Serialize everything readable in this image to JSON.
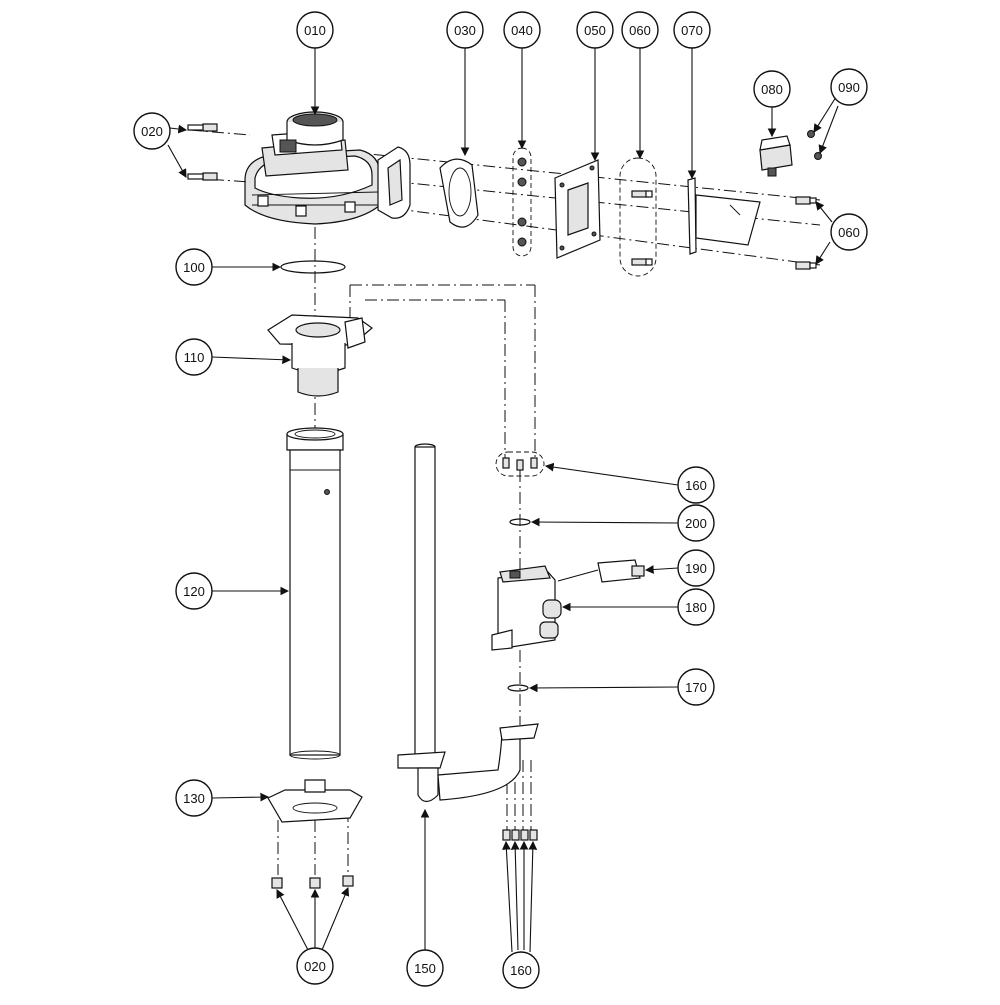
{
  "callouts": {
    "c010": "010",
    "c020a": "020",
    "c030": "030",
    "c040": "040",
    "c050": "050",
    "c060a": "060",
    "c070": "070",
    "c080": "080",
    "c090": "090",
    "c060b": "060",
    "c100": "100",
    "c110": "110",
    "c120": "120",
    "c130": "130",
    "c020b": "020",
    "c150": "150",
    "c160a": "160",
    "c160b": "160",
    "c170": "170",
    "c180": "180",
    "c190": "190",
    "c200": "200"
  }
}
